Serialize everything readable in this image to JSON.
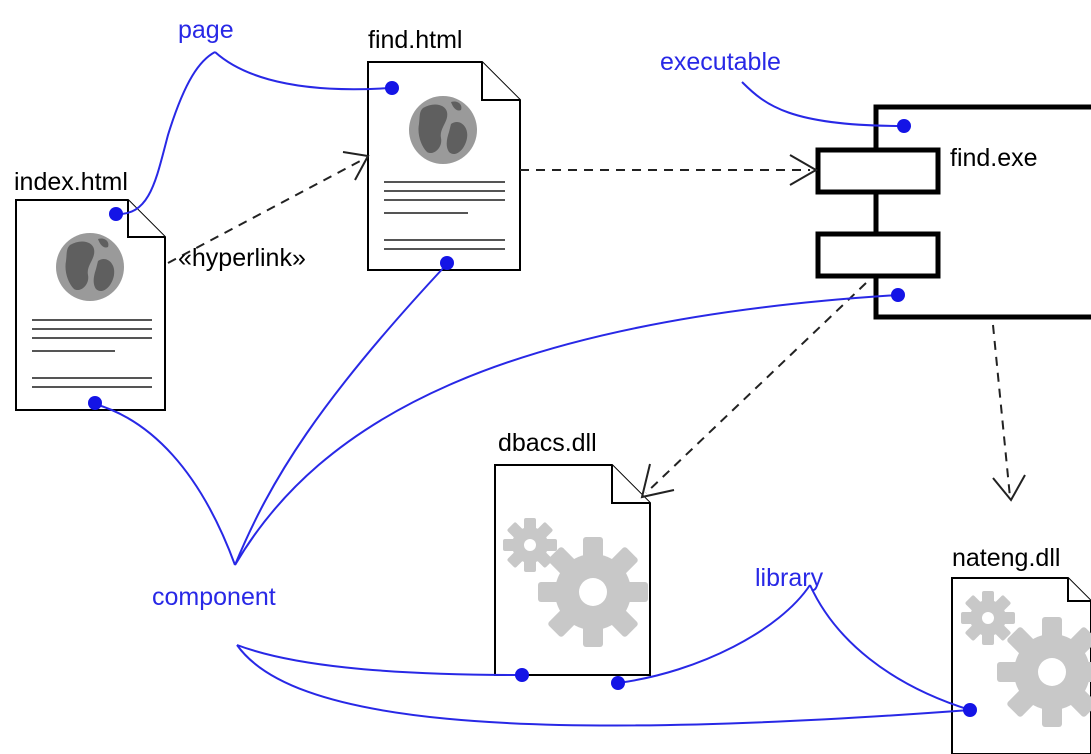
{
  "artifacts": {
    "index": "index.html",
    "find_html": "find.html",
    "find_exe": "find.exe",
    "dbacs": "dbacs.dll",
    "nateng": "nateng.dll"
  },
  "stereotype": "«hyperlink»",
  "notes": {
    "page": "page",
    "executable": "executable",
    "component": "component",
    "library": "library"
  },
  "colors": {
    "note": "#2828e6",
    "dot": "#1414e6",
    "gear": "#c8c8c8",
    "globe": "#8a8a8a"
  },
  "icons": {
    "web_page": "globe-icon",
    "library_file": "gears-icon"
  }
}
